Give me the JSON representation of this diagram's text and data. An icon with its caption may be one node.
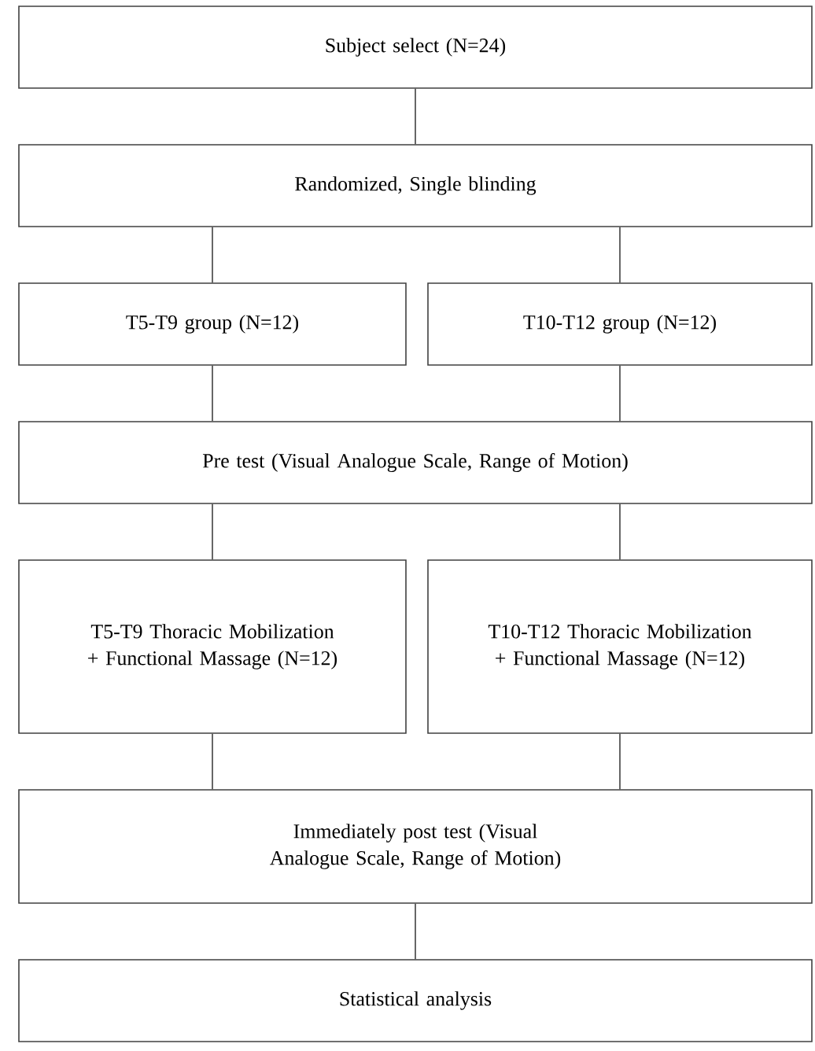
{
  "diagram": {
    "nodes": [
      {
        "text": [
          "Subject select (N=24)"
        ]
      },
      {
        "text": [
          "Randomized, Single blinding"
        ]
      },
      {
        "text": [
          "T5-T9 group (N=12)"
        ]
      },
      {
        "text": [
          "T10-T12 group (N=12)"
        ]
      },
      {
        "text": [
          "Pre test (Visual Analogue Scale, Range of Motion)"
        ]
      },
      {
        "text": [
          "T5-T9 Thoracic Mobilization + Functional Massage (N=12)"
        ]
      },
      {
        "text": [
          "T10-T12 Thoracic Mobilization + Functional Massage (N=12)"
        ]
      },
      {
        "text": [
          "Immediately post test (Visual Analogue Scale, Range of Motion)"
        ]
      },
      {
        "text": [
          "Statistical analysis"
        ]
      }
    ],
    "edges": [
      {
        "from": 0,
        "to": 1,
        "arrow": "none"
      },
      {
        "from": 1,
        "to": 2,
        "arrow": "none"
      },
      {
        "from": 1,
        "to": 3,
        "arrow": "none"
      },
      {
        "from": 2,
        "to": 4,
        "arrow": "none"
      },
      {
        "from": 3,
        "to": 4,
        "arrow": "none"
      },
      {
        "from": 4,
        "to": 5,
        "arrow": "none"
      },
      {
        "from": 4,
        "to": 6,
        "arrow": "none"
      },
      {
        "from": 5,
        "to": 7,
        "arrow": "none"
      },
      {
        "from": 6,
        "to": 7,
        "arrow": "none"
      },
      {
        "from": 7,
        "to": 8,
        "arrow": "none"
      }
    ]
  }
}
